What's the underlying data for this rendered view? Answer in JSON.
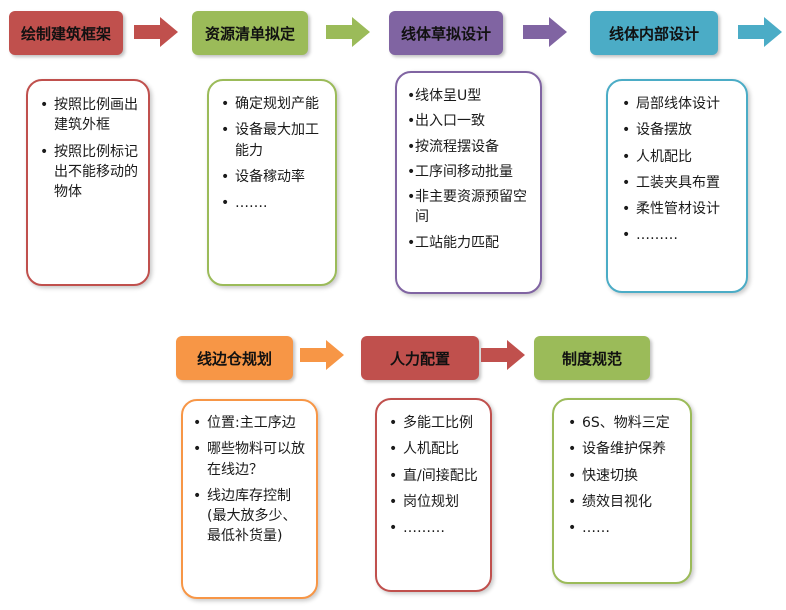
{
  "colors": {
    "red": "#c0504d",
    "green": "#9bbb59",
    "purple": "#8064a2",
    "cyan": "#4bacc6",
    "orange": "#f79646"
  },
  "stages": [
    {
      "title": "绘制建筑框架",
      "items": [
        "按照比例画出建筑外框",
        "按照比例标记出不能移动的物体"
      ]
    },
    {
      "title": "资源清单拟定",
      "items": [
        "确定规划产能",
        "设备最大加工能力",
        "设备稼动率",
        "……."
      ]
    },
    {
      "title": "线体草拟设计",
      "items": [
        "线体呈U型",
        "出入口一致",
        "按流程摆设备",
        "工序间移动批量",
        "非主要资源预留空间",
        "工站能力匹配"
      ]
    },
    {
      "title": "线体内部设计",
      "items": [
        "局部线体设计",
        "设备摆放",
        "人机配比",
        "工装夹具布置",
        "柔性管材设计",
        "………"
      ]
    },
    {
      "title": "线边仓规划",
      "items": [
        "位置:主工序边",
        "哪些物料可以放在线边？",
        "线边库存控制(最大放多少、最低补货量)"
      ]
    },
    {
      "title": "人力配置",
      "items": [
        "多能工比例",
        "人机配比",
        "直/间接配比",
        "岗位规划",
        "………"
      ]
    },
    {
      "title": "制度规范",
      "items": [
        "6S、物料三定",
        "设备维护保养",
        "快速切换",
        "绩效目视化",
        "……"
      ]
    }
  ]
}
